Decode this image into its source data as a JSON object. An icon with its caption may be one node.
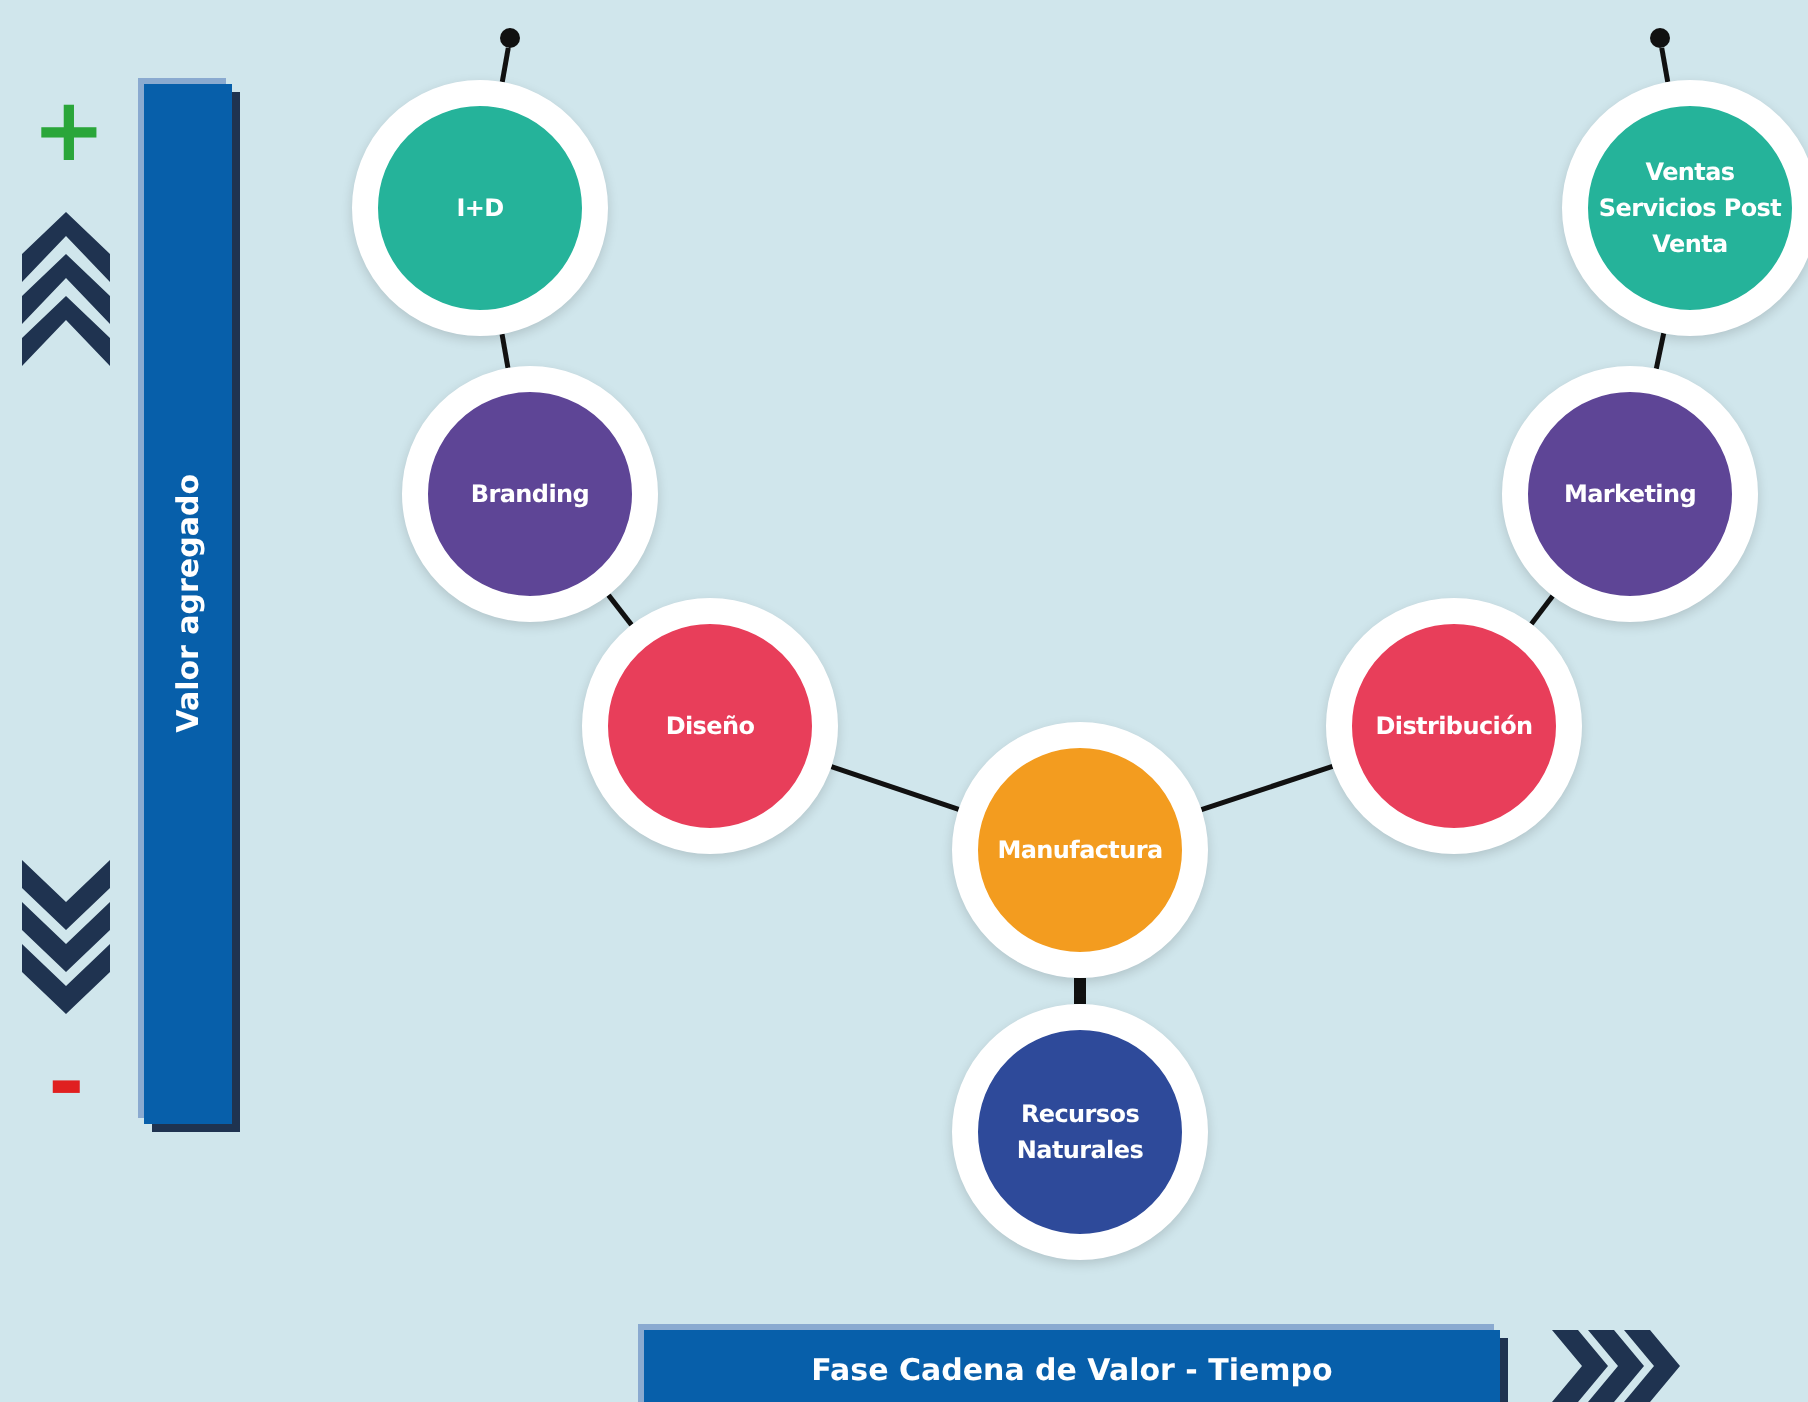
{
  "diagram": {
    "nodes": [
      {
        "text": [
          "I+D"
        ]
      },
      {
        "text": [
          "Branding"
        ]
      },
      {
        "text": [
          "Diseño"
        ]
      },
      {
        "text": [
          "Manufactura"
        ]
      },
      {
        "text": [
          "Recursos Naturales"
        ]
      },
      {
        "text": [
          "Distribución"
        ]
      },
      {
        "text": [
          "Marketing"
        ]
      },
      {
        "text": [
          "Ventas Servicios Post Venta"
        ]
      },
      {
        "text": [],
        "shape": "circle"
      },
      {
        "text": [],
        "shape": "circle"
      },
      {
        "text": [
          "Valor agregado"
        ]
      },
      {
        "text": [
          "Fase Cadena de Valor - Tiempo"
        ]
      }
    ],
    "edges": [
      {
        "from": 8,
        "to": 0,
        "arrow": "none"
      },
      {
        "from": 0,
        "to": 1,
        "arrow": "none"
      },
      {
        "from": 1,
        "to": 2,
        "arrow": "none"
      },
      {
        "from": 2,
        "to": 3,
        "arrow": "none"
      },
      {
        "from": 3,
        "to": 4,
        "arrow": "none",
        "style": "thick"
      },
      {
        "from": 3,
        "to": 5,
        "arrow": "none"
      },
      {
        "from": 5,
        "to": 6,
        "arrow": "none"
      },
      {
        "from": 6,
        "to": 7,
        "arrow": "none"
      },
      {
        "from": 7,
        "to": 9,
        "arrow": "none"
      }
    ],
    "labels": [
      "+",
      "-"
    ]
  }
}
